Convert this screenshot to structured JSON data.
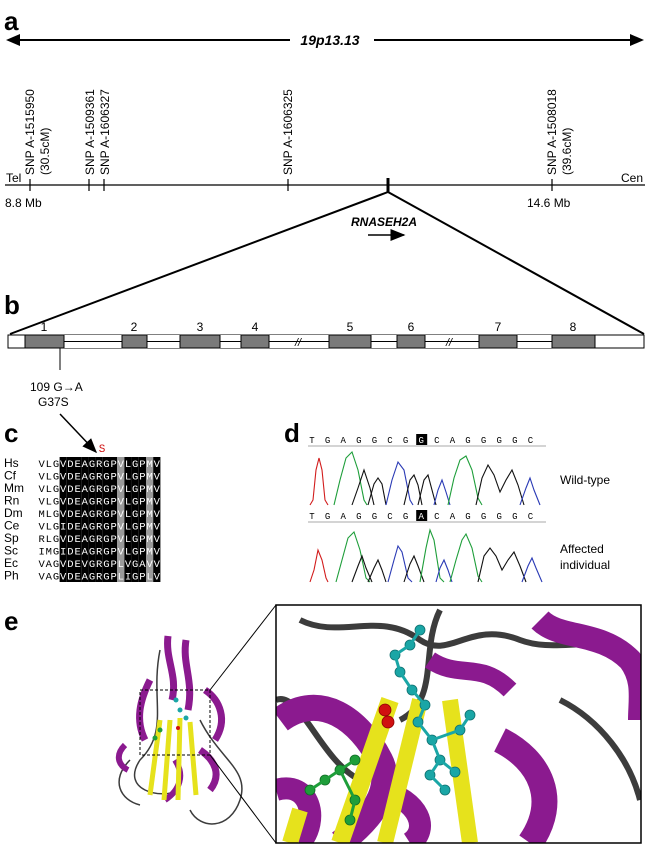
{
  "panels": {
    "a": "a",
    "b": "b",
    "c": "c",
    "d": "d",
    "e": "e"
  },
  "panel_a": {
    "chrom_band": "19p13.13",
    "tel": "Tel",
    "cen": "Cen",
    "markers": [
      {
        "name": "SNP A-1515950",
        "sub": "(30.5cM)"
      },
      {
        "name": "SNP A-1509361",
        "sub": ""
      },
      {
        "name": "SNP A-1606327",
        "sub": ""
      },
      {
        "name": "SNP A-1606325",
        "sub": ""
      },
      {
        "name": "SNP A-1508018",
        "sub": "(39.6cM)"
      }
    ],
    "pos_left": "8.8 Mb",
    "pos_right": "14.6 Mb",
    "gene": "RNASEH2A"
  },
  "panel_b": {
    "exons": [
      "1",
      "2",
      "3",
      "4",
      "5",
      "6",
      "7",
      "8"
    ],
    "break_symbol": "//",
    "mutation_nt": "109 G→A",
    "mutation_aa": "G37S"
  },
  "panel_c": {
    "substitution": "S",
    "species": [
      "Hs",
      "Cf",
      "Mm",
      "Rn",
      "Dm",
      "Ce",
      "Sp",
      "Sc",
      "Ec",
      "Ph"
    ],
    "sequences": [
      "VLGVDEAGRGPVLGPMV",
      "VLGVDEAGRGPVLGPMV",
      "VLGVDEAGRGPVLGPMV",
      "VLGVDEAGRGPVLGPMV",
      "MLGVDEAGRGPVLGPMV",
      "VLGIDEAGRGPVLGPMV",
      "RLGVDEAGRGPVLGPMV",
      "IMGIDEAGRGPVLGPMV",
      "VAGVDEVGRGPLVGAVV",
      "VAGVDEAGRGPLIGPLV"
    ],
    "shading": "kggkkkkkkkkgkkkgk"
  },
  "panel_d": {
    "wt_seq": [
      "T",
      "G",
      "A",
      "G",
      "G",
      "C",
      "G",
      "G",
      "C",
      "A",
      "G",
      "G",
      "G",
      "G",
      "C"
    ],
    "mut_seq": [
      "T",
      "G",
      "A",
      "G",
      "G",
      "C",
      "G",
      "A",
      "C",
      "A",
      "G",
      "G",
      "G",
      "G",
      "C"
    ],
    "highlight_index": 7,
    "wt_label": "Wild-type",
    "mut_label_1": "Affected",
    "mut_label_2": "individual"
  },
  "colors": {
    "helix": "#8b1a8f",
    "strand": "#e6e21c",
    "coil": "#3c3c3c",
    "ligand_cyan": "#1aa6a6",
    "ligand_green": "#1e9e3a",
    "mutant_red": "#d01010",
    "trace_A": "#1e9e3a",
    "trace_C": "#2a3ab5",
    "trace_G": "#111111",
    "trace_T": "#d21c1c"
  }
}
